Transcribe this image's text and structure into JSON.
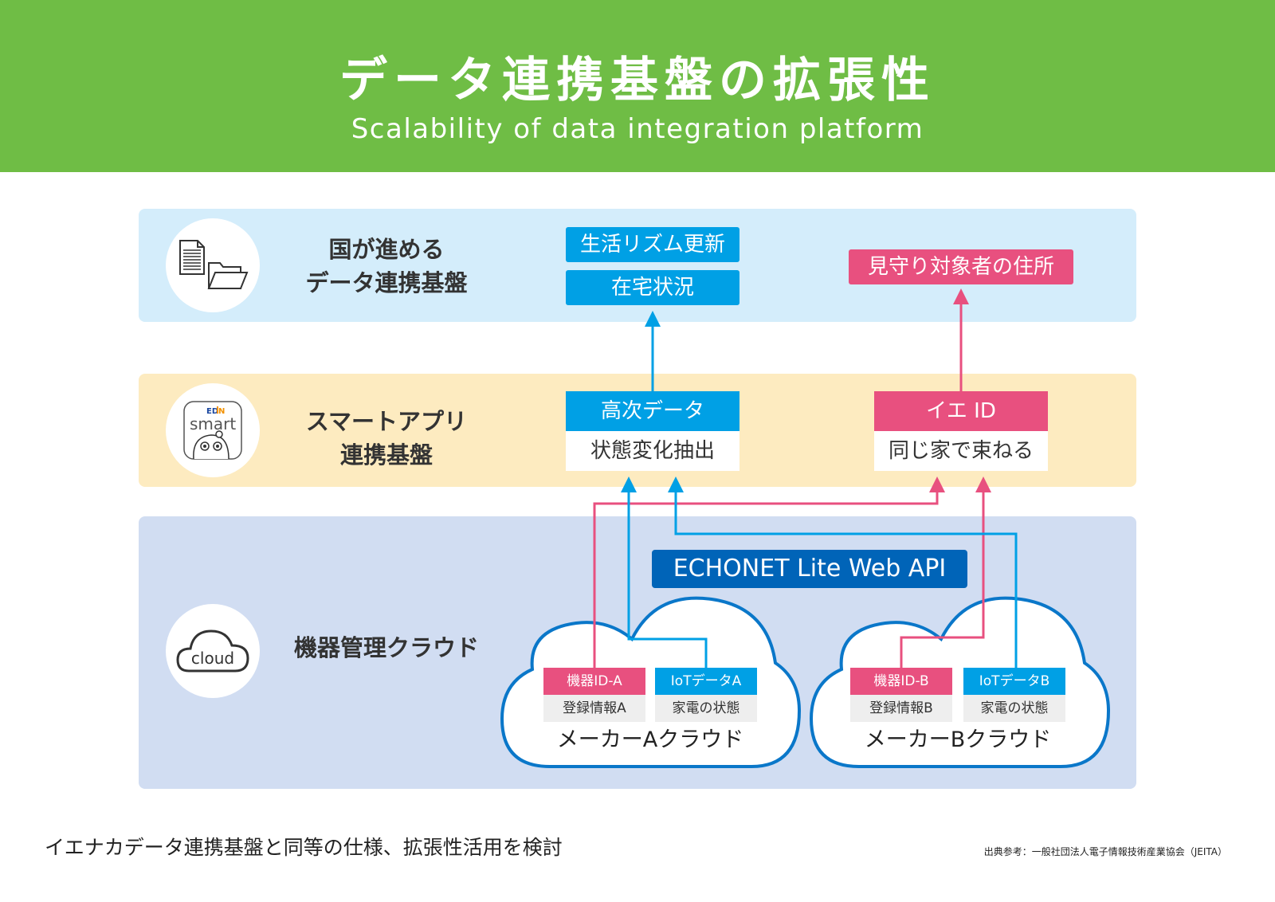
{
  "header": {
    "title": "データ連携基盤の拡張性",
    "subtitle": "Scalability of data integration platform"
  },
  "colors": {
    "header_green": "#6fbd45",
    "blue": "#00a0e5",
    "pink": "#e8507f",
    "navy": "#0064b8",
    "band_top": "#d4edfb",
    "band_mid": "#fdebc0",
    "band_bot": "#d1ddf2",
    "cloud_outline": "#0a77c9"
  },
  "tiers": {
    "national": {
      "icon": "document-folder-icon",
      "label_line1": "国が進める",
      "label_line2": "データ連携基盤",
      "boxes": {
        "life_rhythm": "生活リズム更新",
        "at_home": "在宅状況",
        "address": "見守り対象者の住所"
      }
    },
    "smart_app": {
      "icon": "edion-smart-app-icon",
      "icon_brand": "EDION",
      "icon_text": "smart",
      "label_line1": "スマートアプリ",
      "label_line2": "連携基盤",
      "high_data": {
        "head": "高次データ",
        "body": "状態変化抽出"
      },
      "home_id": {
        "head": "イエ ID",
        "body": "同じ家で束ねる"
      }
    },
    "device_cloud": {
      "icon": "cloud-icon",
      "icon_text": "cloud",
      "label": "機器管理クラウド",
      "api": "ECHONET Lite Web API",
      "maker_a": {
        "name": "メーカーAクラウド",
        "device_id": {
          "head": "機器ID-A",
          "body": "登録情報A"
        },
        "iot_data": {
          "head": "IoTデータA",
          "body": "家電の状態"
        }
      },
      "maker_b": {
        "name": "メーカーBクラウド",
        "device_id": {
          "head": "機器ID-B",
          "body": "登録情報B"
        },
        "iot_data": {
          "head": "IoTデータB",
          "body": "家電の状態"
        }
      }
    }
  },
  "footer": {
    "note": "イエナカデータ連携基盤と同等の仕様、拡張性活用を検討",
    "source": "出典参考：一般社団法人電子情報技術産業協会（JEITA）"
  }
}
